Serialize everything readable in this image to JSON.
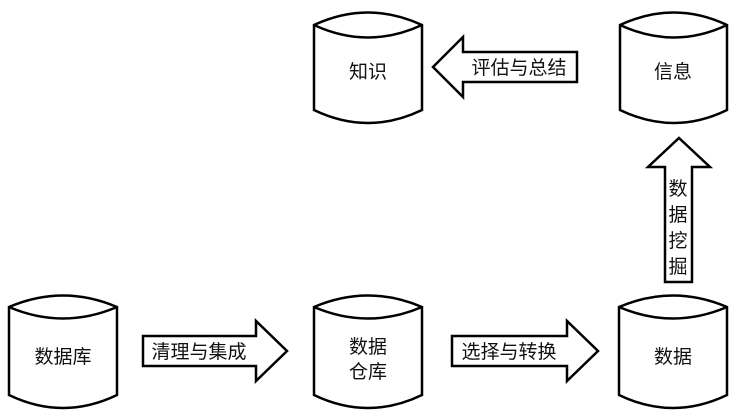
{
  "nodes": {
    "knowledge": "知识",
    "information": "信息",
    "database": "数据库",
    "warehouse_line1": "数据",
    "warehouse_line2": "仓库",
    "data": "数据"
  },
  "arrows": {
    "clean_integrate": "清理与集成",
    "select_transform": "选择与转换",
    "mining": [
      "数",
      "据",
      "挖",
      "掘"
    ],
    "evaluate_summarize": "评估与总结"
  }
}
